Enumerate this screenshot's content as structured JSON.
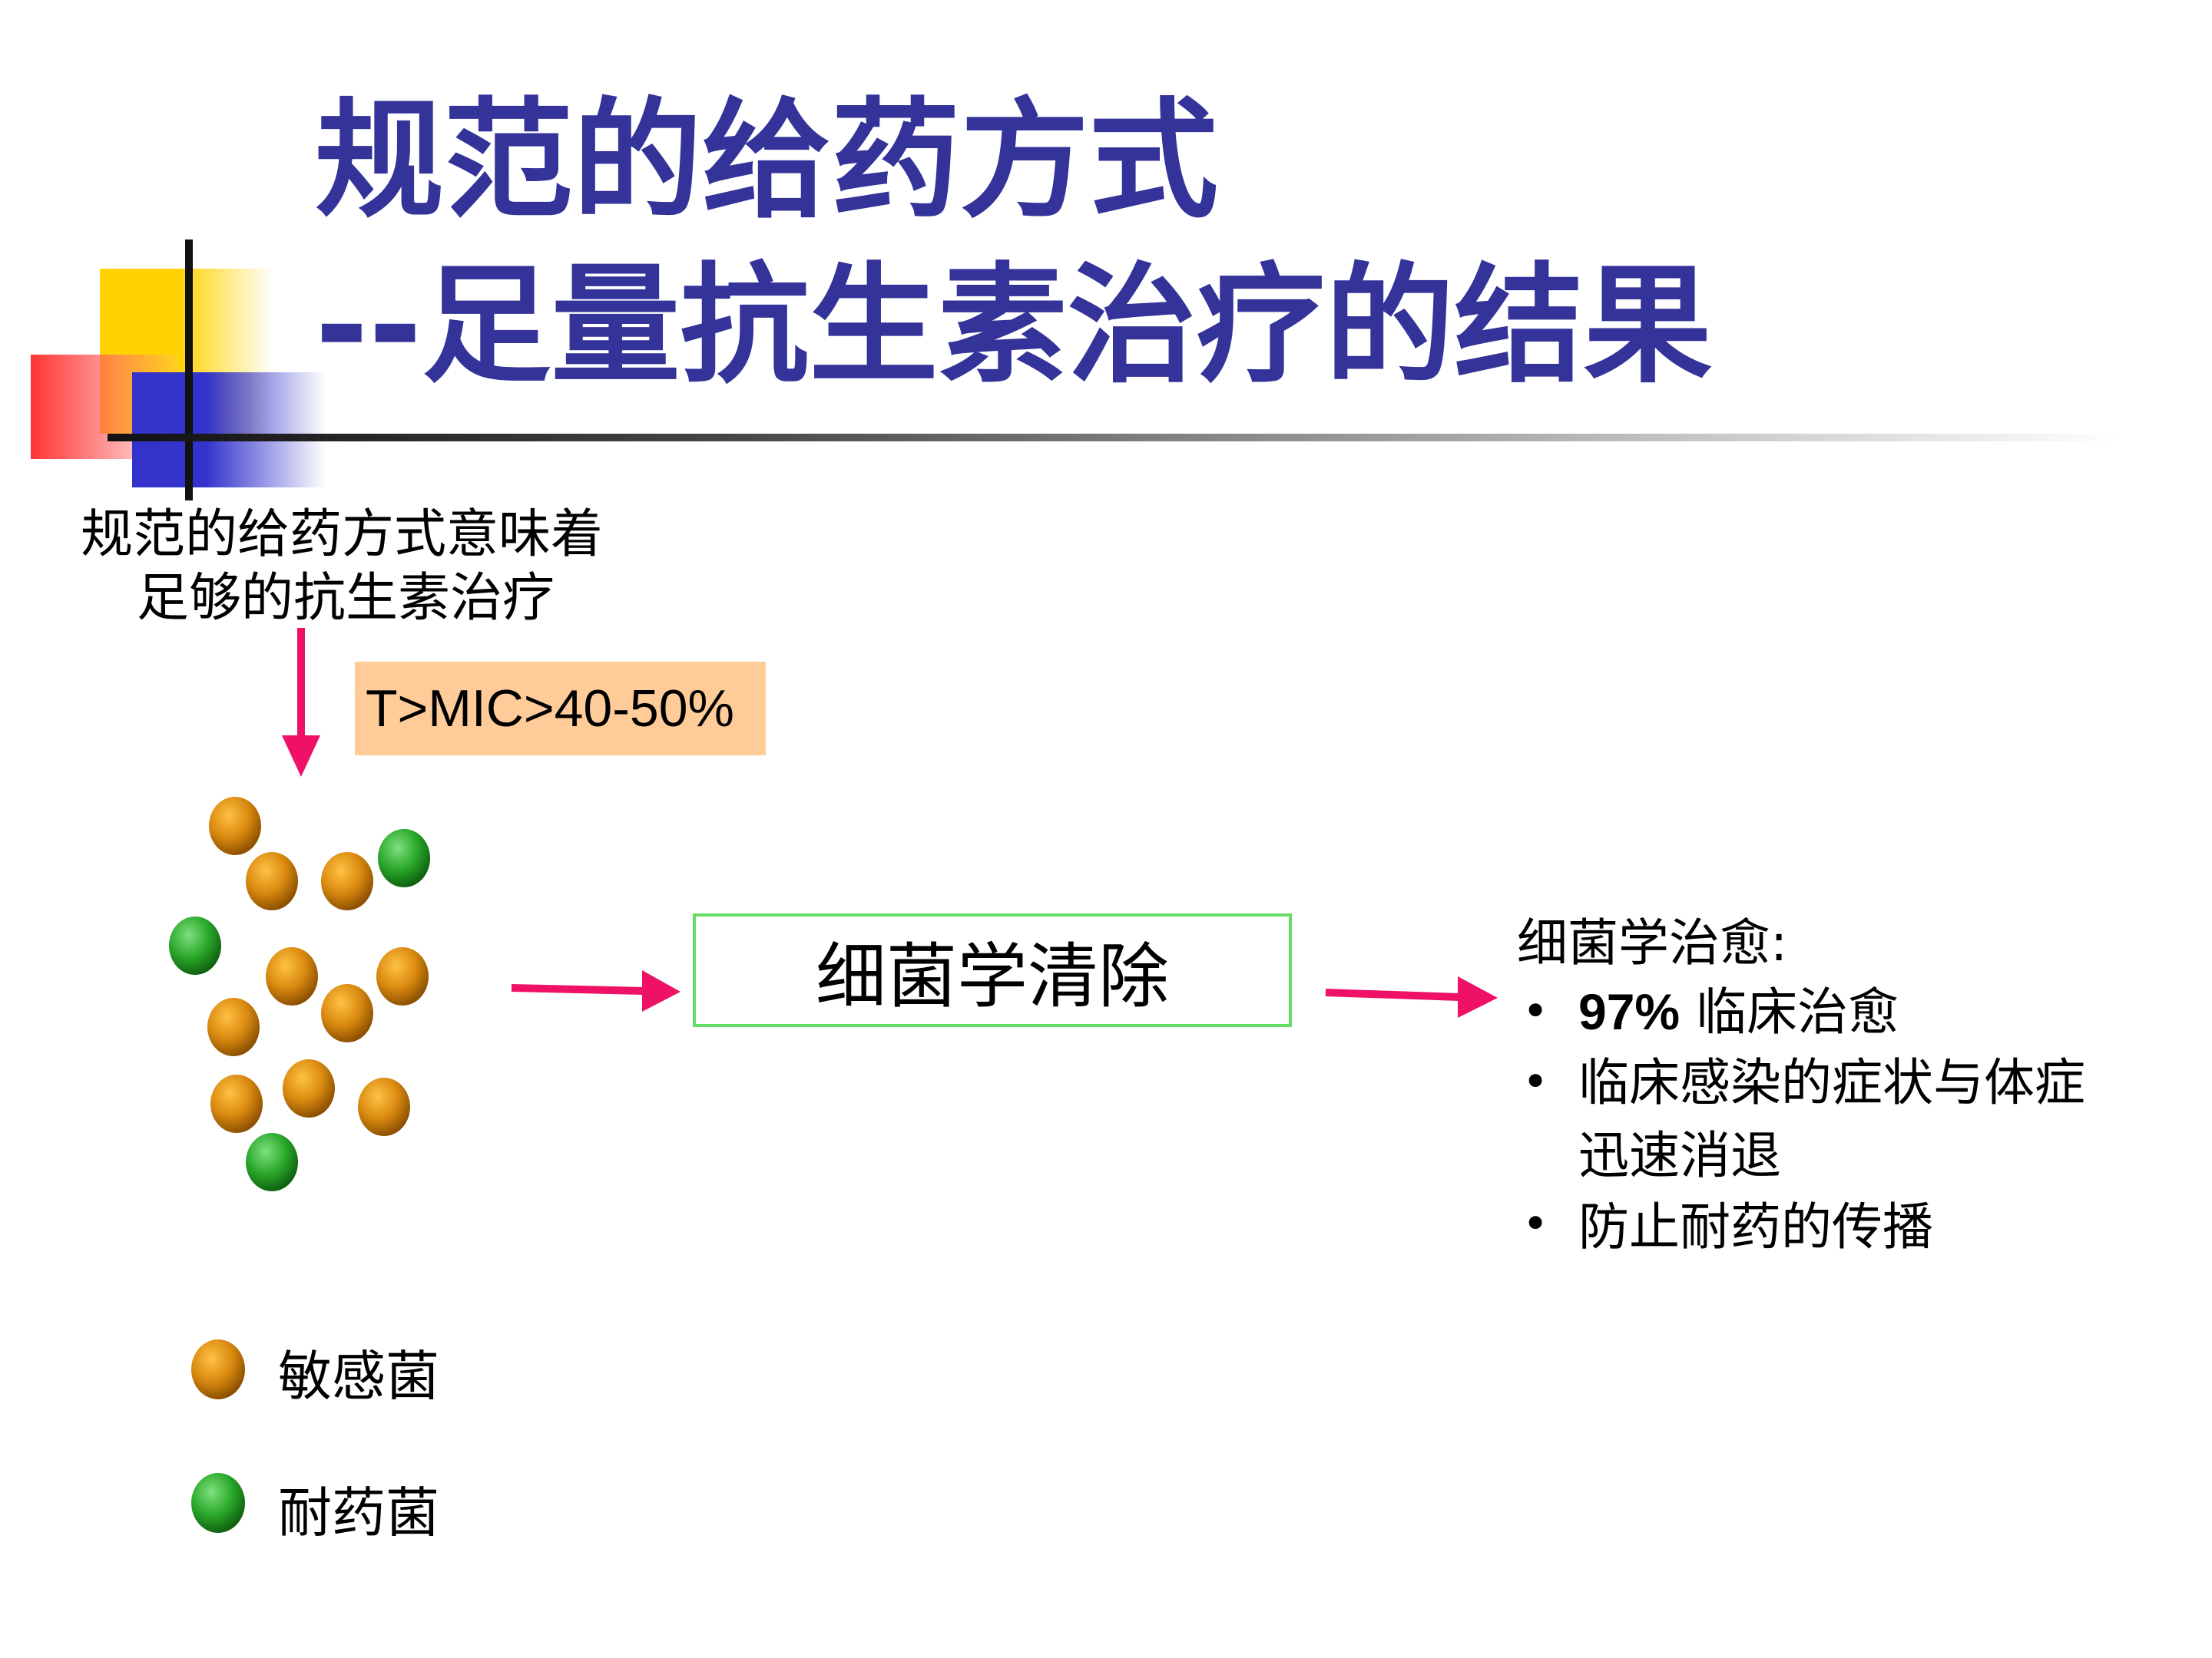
{
  "slide": {
    "title_line1": "规范的给药方式",
    "title_line2": "--足量抗生素治疗的结果",
    "caption_line1": "规范的给药方式意味着",
    "caption_line2": "足够的抗生素治疗",
    "mic_label": "T>MIC>40-50%",
    "clearance_label": "细菌学清除",
    "cure_heading": "细菌学治愈:",
    "bullets": [
      {
        "bold": "97%",
        "text": " 临床治愈"
      },
      {
        "line1": "临床感染的症状与体症",
        "line2": "迅速消退"
      },
      {
        "text": "防止耐药的传播"
      }
    ],
    "bullet_symbol": "•",
    "legend": [
      {
        "label": "敏感菌",
        "color": "#c87a0a"
      },
      {
        "label": "耐药菌",
        "color": "#28a828"
      }
    ],
    "colors": {
      "title": "#333399",
      "arrow": "#ee1166",
      "badge_bg": "#ffcc99",
      "box_border": "#66dd66"
    }
  }
}
